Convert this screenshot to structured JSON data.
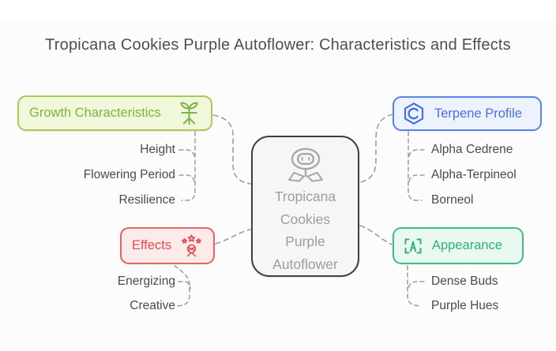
{
  "title": "Tropicana Cookies Purple Autoflower: Characteristics and Effects",
  "center": {
    "label": "Tropicana Cookies Purple Autoflower",
    "icon": "flower-face-icon",
    "background": "#f6f6f6",
    "border_color": "#3f3f3f",
    "text_color": "#9d9d9d"
  },
  "branches": [
    {
      "label": "Growth Characteristics",
      "icon": "sprout-roots-icon",
      "text_color": "#7cb342",
      "border_color": "#a6ca54",
      "background": "#f0f7db",
      "children": [
        "Height",
        "Flowering Period",
        "Resilience"
      ]
    },
    {
      "label": "Terpene Profile",
      "icon": "hexagon-c-icon",
      "text_color": "#4a6fd9",
      "border_color": "#5b82e8",
      "background": "#edf3fd",
      "children": [
        "Alpha Cedrene",
        "Alpha-Terpineol",
        "Borneol"
      ]
    },
    {
      "label": "Effects",
      "icon": "person-stars-icon",
      "text_color": "#e05050",
      "border_color": "#e5645f",
      "background": "#fdeaea",
      "children": [
        "Energizing",
        "Creative"
      ]
    },
    {
      "label": "Appearance",
      "icon": "letter-a-brackets-icon",
      "text_color": "#2fb170",
      "border_color": "#38c17e",
      "background": "#e9f8f0",
      "children": [
        "Dense Buds",
        "Purple Hues"
      ]
    }
  ],
  "connector_color": "#9c9c9c",
  "leaf_text_color": "#4a4a4a"
}
